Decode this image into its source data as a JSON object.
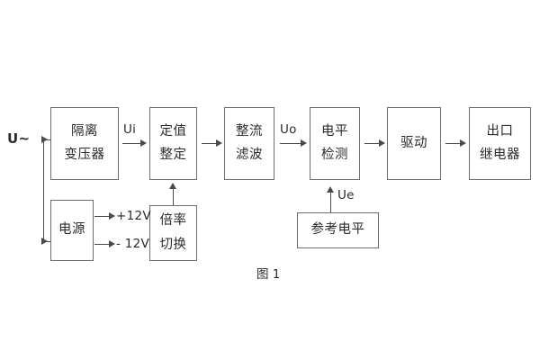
{
  "diagram": {
    "caption": "图 1",
    "input_label": "U~",
    "blocks": [
      {
        "id": "isolation-transformer",
        "line1": "隔离",
        "line2": "变压器"
      },
      {
        "id": "setting-value",
        "line1": "定值",
        "line2": "整定"
      },
      {
        "id": "rectify-filter",
        "line1": "整流",
        "line2": "滤波"
      },
      {
        "id": "level-detection",
        "line1": "电平",
        "line2": "检测"
      },
      {
        "id": "driver",
        "line1": "驱动",
        "line2": ""
      },
      {
        "id": "output-relay",
        "line1": "出口",
        "line2": "继电器"
      },
      {
        "id": "power-supply",
        "line1": "电源",
        "line2": ""
      },
      {
        "id": "multiplier-switch",
        "line1": "倍率",
        "line2": "切换"
      },
      {
        "id": "reference-level",
        "line1": "参考电平",
        "line2": ""
      }
    ],
    "signals": {
      "ui": "Ui",
      "uo": "Uo",
      "ue": "Ue",
      "rail_positive": "+12V",
      "rail_negative": "- 12V"
    },
    "colors": {
      "block_border": "#6e6e6e",
      "connector": "#4a4a4a",
      "text": "#2b2b2b",
      "background": "#ffffff"
    }
  }
}
